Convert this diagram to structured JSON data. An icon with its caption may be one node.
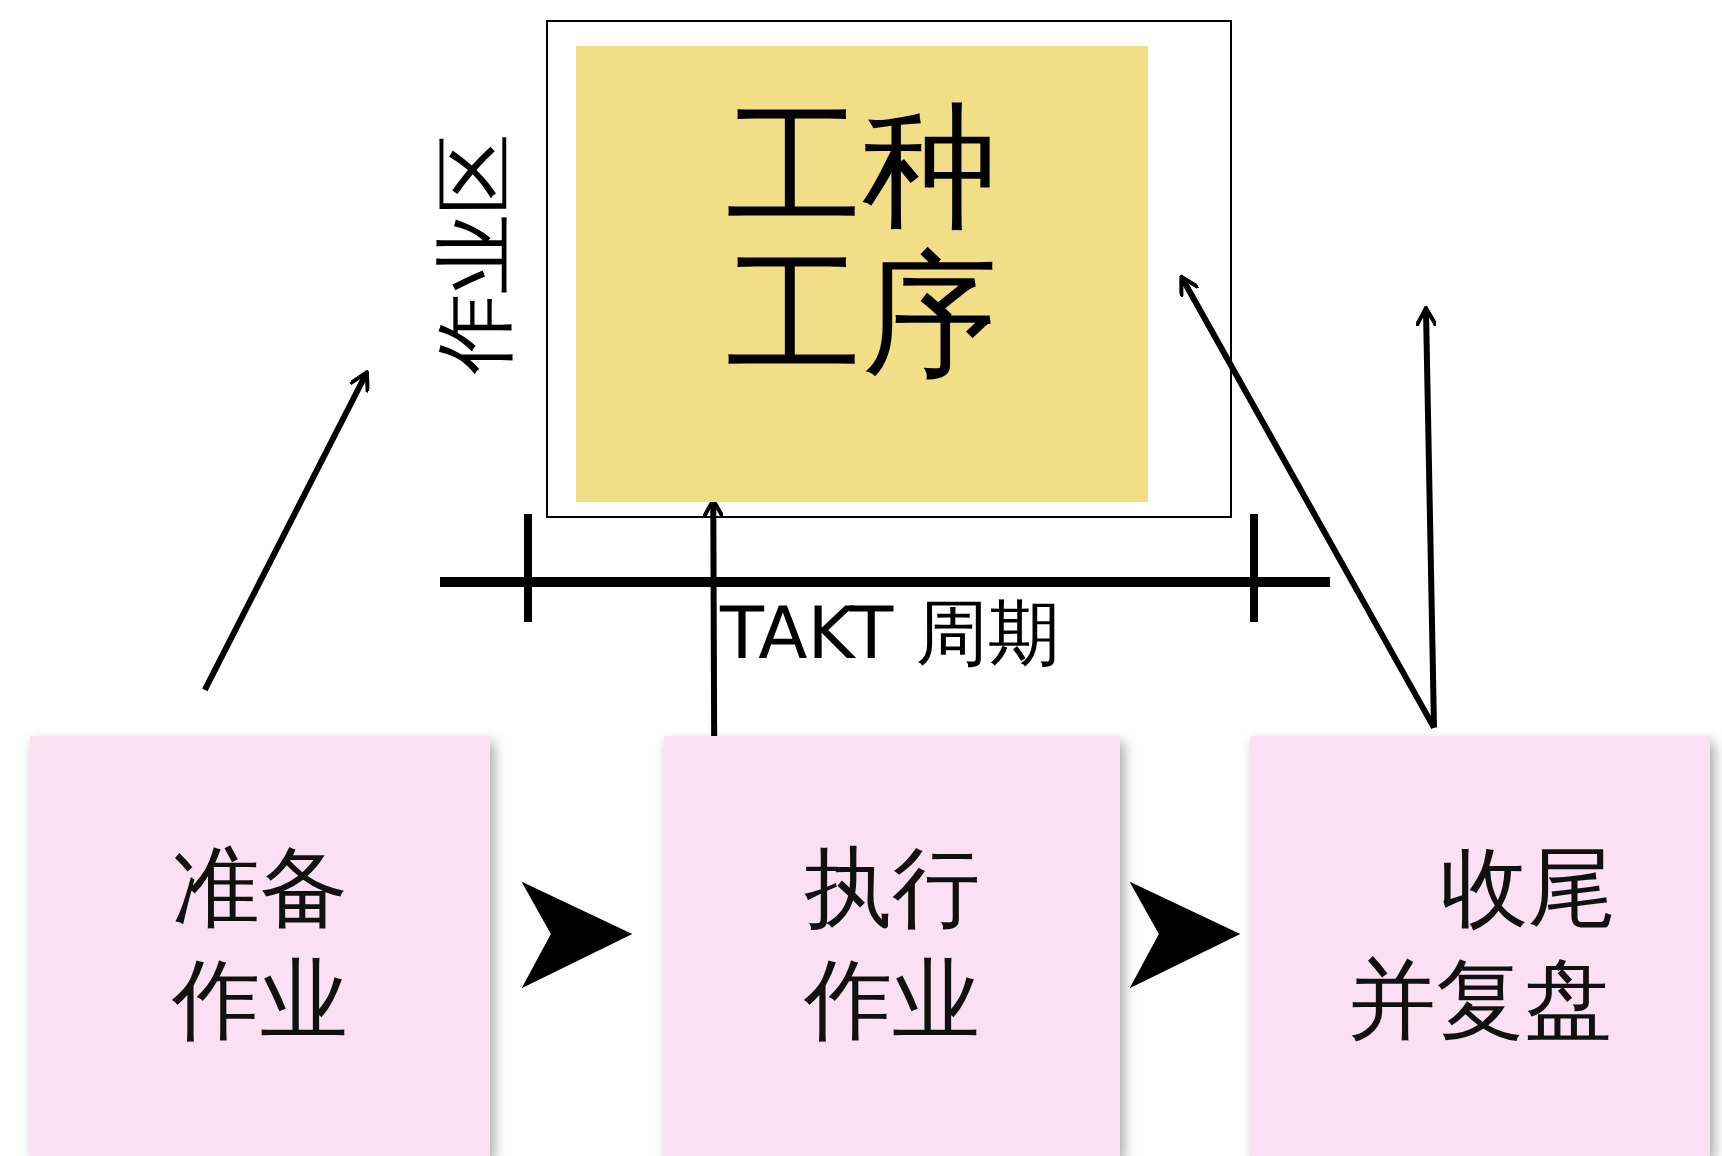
{
  "diagram": {
    "nodes": [
      {
        "text": [
          "作业区"
        ]
      },
      {
        "text": [
          "工种工序"
        ],
        "in": 0
      },
      {
        "text": [
          "准备作业"
        ]
      },
      {
        "text": [
          "执行作业"
        ]
      },
      {
        "text": [
          "收尾并复盘"
        ]
      }
    ],
    "edges": [
      {
        "from": 2,
        "to": null,
        "arrow": "to"
      },
      {
        "from": 3,
        "to": 1,
        "arrow": "to"
      },
      {
        "from": 4,
        "to": 1,
        "arrow": "to"
      },
      {
        "from": 4,
        "to": null,
        "arrow": "to"
      },
      {
        "from": 2,
        "to": 3,
        "arrow": "to"
      },
      {
        "from": 3,
        "to": 4,
        "arrow": "to"
      }
    ],
    "labels": [
      "TAKT 周期"
    ]
  }
}
